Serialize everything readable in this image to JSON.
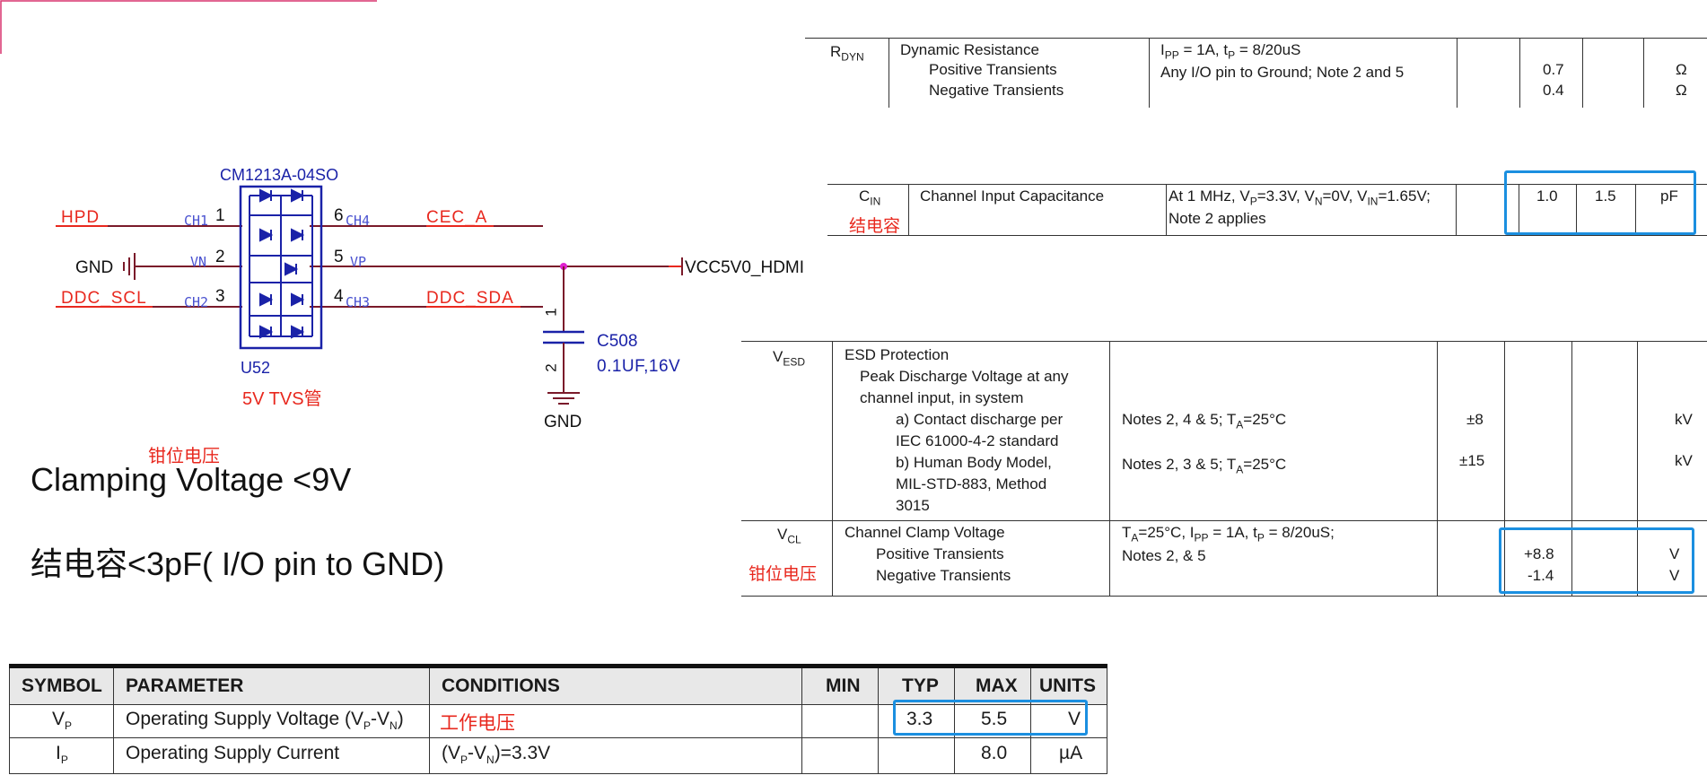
{
  "schematic": {
    "part_number": "CM1213A-04SO",
    "ref": "U52",
    "note_cn": "5V TVS管",
    "pins": [
      {
        "num": "1",
        "ch": "CH1",
        "net": "HPD"
      },
      {
        "num": "2",
        "ch": "VN",
        "net": "GND"
      },
      {
        "num": "3",
        "ch": "CH2",
        "net": "DDC_SCL"
      },
      {
        "num": "4",
        "ch": "CH3",
        "net": "DDC_SDA"
      },
      {
        "num": "5",
        "ch": "VP",
        "net": "VCC5V0_HDMI"
      },
      {
        "num": "6",
        "ch": "CH4",
        "net": "CEC_A"
      }
    ],
    "cap": {
      "ref": "C508",
      "value": "0.1UF,16V",
      "pin1": "1",
      "pin2": "2",
      "gnd": "GND"
    }
  },
  "notes": {
    "clamp_cn": "钳位电压",
    "clamp_en": "Clamping Voltage <9V",
    "cap_line": "结电容<3pF( I/O pin to GND)"
  },
  "rdyn": {
    "symbol": "R",
    "symbol_sub": "DYN",
    "parameter": [
      "Dynamic Resistance",
      "Positive Transients",
      "Negative Transients"
    ],
    "cond1": {
      "a": "I",
      "a_sub": "PP",
      "b": " = 1A, t",
      "b_sub": "P",
      "c": " = 8/20uS"
    },
    "cond2": "Any I/O pin to Ground; Note 2 and 5",
    "typ": [
      "0.7",
      "0.4"
    ],
    "units": [
      "Ω",
      "Ω"
    ]
  },
  "cin": {
    "symbol": "C",
    "symbol_sub": "IN",
    "cn": "结电容",
    "parameter": "Channel Input Capacitance",
    "cond_line1": {
      "t1": "At 1 MHz, V",
      "s1": "P",
      "t2": "=3.3V, V",
      "s2": "N",
      "t3": "=0V, V",
      "s3": "IN",
      "t4": "=1.65V;"
    },
    "cond_line2": "Note 2 applies",
    "typ": "1.0",
    "max": "1.5",
    "units": "pF"
  },
  "esd": {
    "rows": [
      {
        "symbol": "V",
        "symbol_sub": "ESD",
        "parameter": [
          "ESD Protection",
          "Peak Discharge Voltage at any",
          "channel input, in system",
          "a) Contact discharge per",
          "IEC 61000-4-2 standard",
          "b) Human Body Model,",
          "MIL-STD-883, Method",
          "3015"
        ],
        "cond_a": {
          "t1": "Notes 2, 4 & 5; T",
          "s1": "A",
          "t2": "=25°C"
        },
        "cond_b": {
          "t1": "Notes 2, 3 & 5; T",
          "s1": "A",
          "t2": "=25°C"
        },
        "min_a": "±8",
        "min_b": "±15",
        "units_a": "kV",
        "units_b": "kV"
      },
      {
        "symbol": "V",
        "symbol_sub": "CL",
        "cn": "钳位电压",
        "parameter": [
          "Channel Clamp Voltage",
          "Positive Transients",
          "Negative Transients"
        ],
        "cond1": {
          "t1": "T",
          "s1": "A",
          "t2": "=25°C, I",
          "s2": "PP",
          "t3": " = 1A, t",
          "s3": "P",
          "t4": " = 8/20uS;"
        },
        "cond2": "Notes 2, & 5",
        "typ": [
          "+8.8",
          "-1.4"
        ],
        "units": [
          "V",
          "V"
        ]
      }
    ]
  },
  "supply": {
    "headers": [
      "SYMBOL",
      "PARAMETER",
      "CONDITIONS",
      "MIN",
      "TYP",
      "MAX",
      "UNITS"
    ],
    "rows": [
      {
        "symbol": "V",
        "symbol_sub": "P",
        "param": {
          "t1": "Operating Supply Voltage (V",
          "s1": "P",
          "t2": "-V",
          "s2": "N",
          "t3": ")"
        },
        "cond_cn": "工作电压",
        "min": "",
        "typ": "3.3",
        "max": "5.5",
        "units": "V"
      },
      {
        "symbol": "I",
        "symbol_sub": "P",
        "param_plain": "Operating Supply Current",
        "cond": {
          "t1": "(V",
          "s1": "P",
          "t2": "-V",
          "s2": "N",
          "t3": ")=3.3V"
        },
        "min": "",
        "typ": "",
        "max": "8.0",
        "units": "µA"
      }
    ]
  }
}
